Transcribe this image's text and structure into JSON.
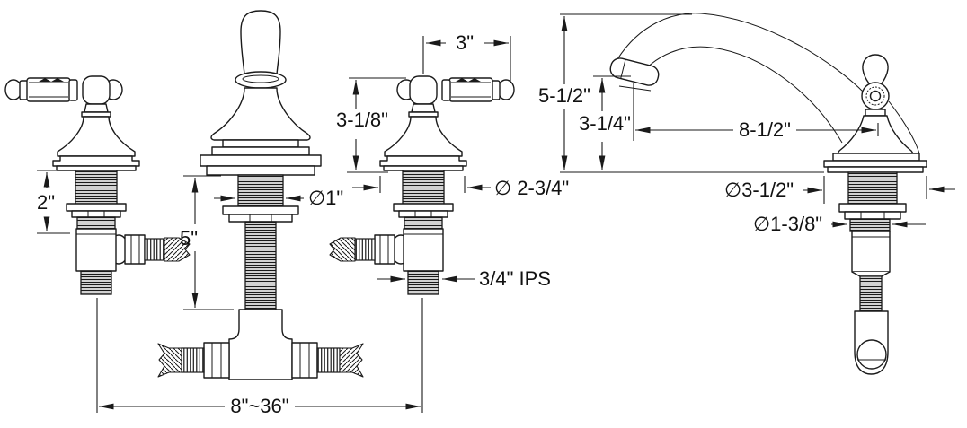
{
  "colors": {
    "line": "#1a1a1a",
    "background": "#ffffff"
  },
  "labels": {
    "left_view": {
      "handle_shank_height": "2\"",
      "spout_shank_length": "5\"",
      "spout_shank_dia": "∅1\"",
      "handle_height": "3-1/8\"",
      "handle_length": "3\"",
      "handle_base_dia": "∅ 2-3/4\"",
      "connection_size": "3/4\" IPS",
      "spread_range": "8\"~36\""
    },
    "right_view": {
      "spout_height": "5-1/2\"",
      "outlet_height": "3-1/4\"",
      "spout_reach": "8-1/2\"",
      "base_dia": "∅3-1/2\"",
      "shank_dia": "∅1-3/8\""
    }
  }
}
